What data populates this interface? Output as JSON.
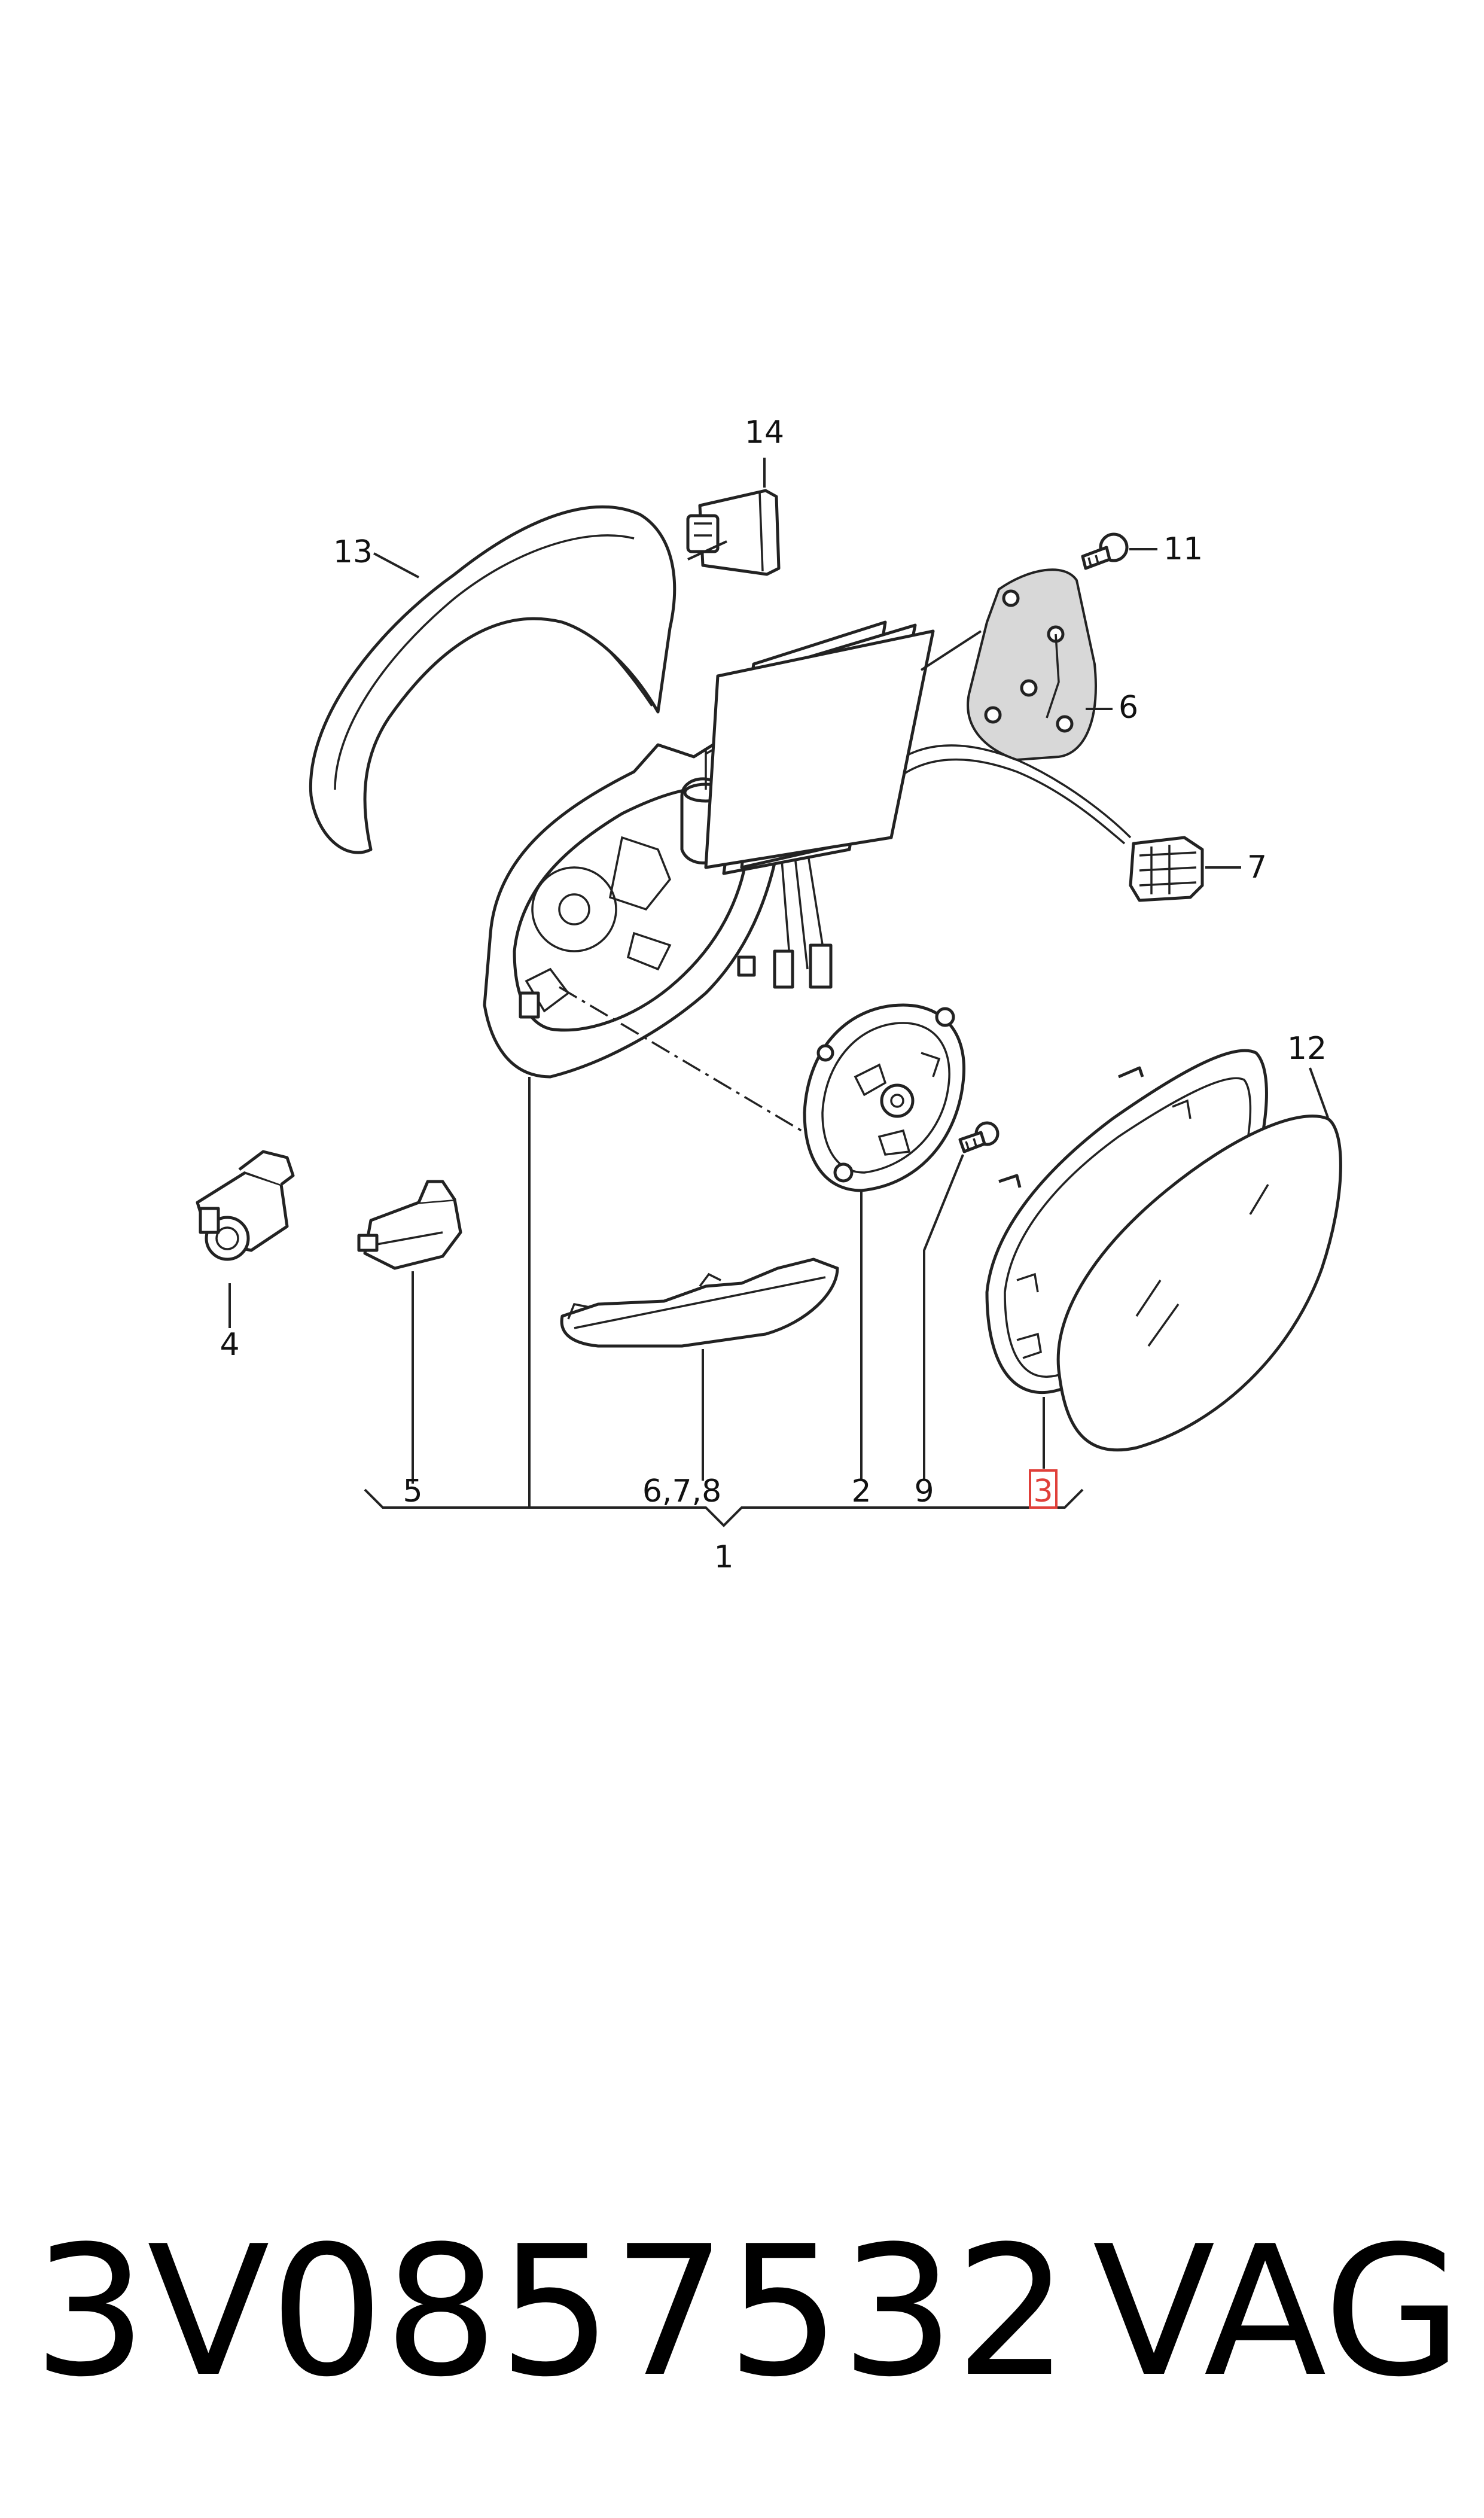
{
  "diagram": {
    "callouts": {
      "c14": "14",
      "c13": "13",
      "c11": "11",
      "c6": "6",
      "c7": "7",
      "c12": "12",
      "c4": "4",
      "c5": "5",
      "c678": "6,7,8",
      "c2": "2",
      "c9": "9",
      "c3": "3",
      "c1": "1"
    },
    "highlighted_callout": "3",
    "highlight_color": "#e0403a"
  },
  "footer": {
    "part_number": "3V0857532",
    "brand": "VAG"
  }
}
